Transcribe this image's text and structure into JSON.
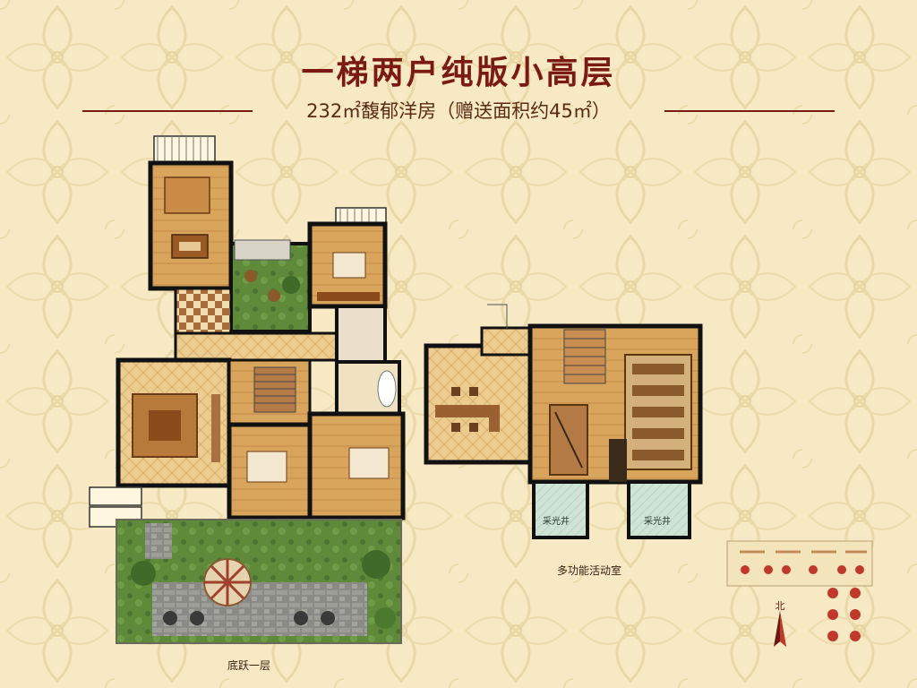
{
  "header": {
    "title": "一梯两户纯版小高层",
    "subtitle": "232㎡馥郁洋房（赠送面积约45㎡）"
  },
  "plans": {
    "left_caption": "底跃一层",
    "right_caption": "多功能活动室",
    "skylight_left": "采光井",
    "skylight_right": "采光井"
  },
  "compass": {
    "label": "北"
  },
  "colors": {
    "background": "#f6e9c4",
    "title": "#7a1a12",
    "wall": "#1a1a1a",
    "floor_wood": "#d9a45c",
    "floor_tile": "#e9c889",
    "garden": "#5e8a3a"
  }
}
